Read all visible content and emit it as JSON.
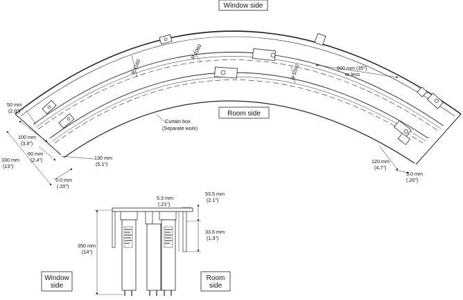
{
  "labels": {
    "window_side_top": "Window side",
    "room_side_top": "Room side",
    "window_side_bottom_1": "Window",
    "window_side_bottom_2": "side",
    "room_side_bottom_1": "Room",
    "room_side_bottom_2": "side",
    "curtain_box_1": "Curtain box",
    "curtain_box_2": "(Separate work)",
    "radius_outer": "R 1160",
    "radius_middle": "R 1060",
    "radius_inner": "R 1000"
  },
  "dimensions": {
    "d50": [
      "50 mm",
      "(2.0\")"
    ],
    "d100": [
      "100 mm",
      "(3.9\")"
    ],
    "d60": [
      "60 mm",
      "(2.4\")"
    ],
    "d330": [
      "330 mm",
      "(13\")"
    ],
    "d5_left": [
      "5.0 mm",
      "(.20\")"
    ],
    "d130": [
      "130 mm",
      "(5.1\")"
    ],
    "d900": [
      "900 mm (35\")",
      "or less"
    ],
    "d120": [
      "120 mm",
      "(4.7\")"
    ],
    "d5_right": [
      "5.0 mm",
      "(.20\")"
    ],
    "d53_5": [
      "53.5 mm",
      "(2.1\")"
    ],
    "d5_3": [
      "5.3 mm",
      "(.21\")"
    ],
    "d33_6": [
      "33.6 mm",
      "(1.3\")"
    ],
    "d350": [
      "350 mm",
      "(14\")"
    ]
  }
}
